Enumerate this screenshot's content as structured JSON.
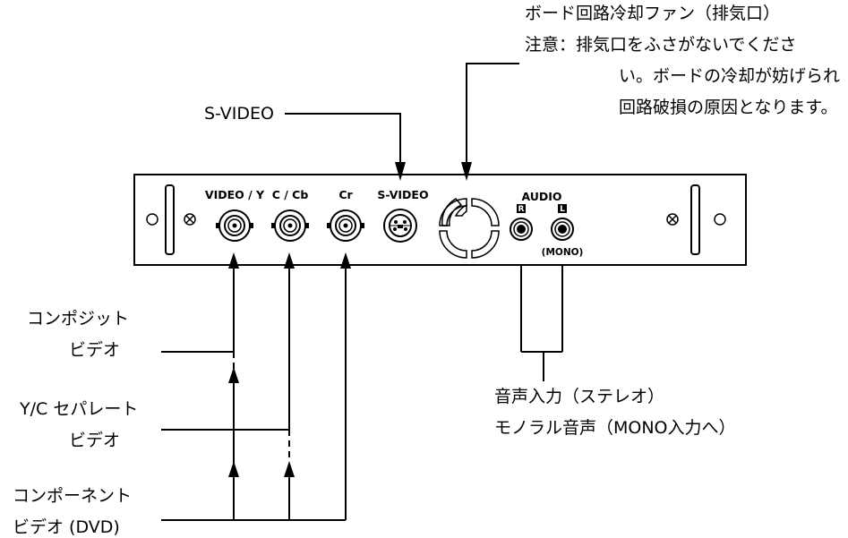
{
  "callouts": {
    "fan_title": "ボード回路冷却ファン（排気口）",
    "fan_note_1": "注意：排気口をふさがないでくださ",
    "fan_note_2": "い。ボードの冷却が妨げられ",
    "fan_note_3": "回路破損の原因となります。",
    "svideo": "S-VIDEO",
    "audio_1": "音声入力（ステレオ）",
    "audio_2": "モノラル音声（MONO入力へ）"
  },
  "inputs": {
    "composite_1": "コンポジット",
    "composite_2": "ビデオ",
    "yc_1": "Y/C セパレート",
    "yc_2": "ビデオ",
    "component_1": "コンポーネント",
    "component_2": "ビデオ (DVD)"
  },
  "panel": {
    "video_y": "VIDEO / Y",
    "c_cb": "C / Cb",
    "cr": "Cr",
    "svideo": "S-VIDEO",
    "audio": "AUDIO",
    "r_badge": "R",
    "l_badge": "L",
    "mono": "(MONO)"
  }
}
